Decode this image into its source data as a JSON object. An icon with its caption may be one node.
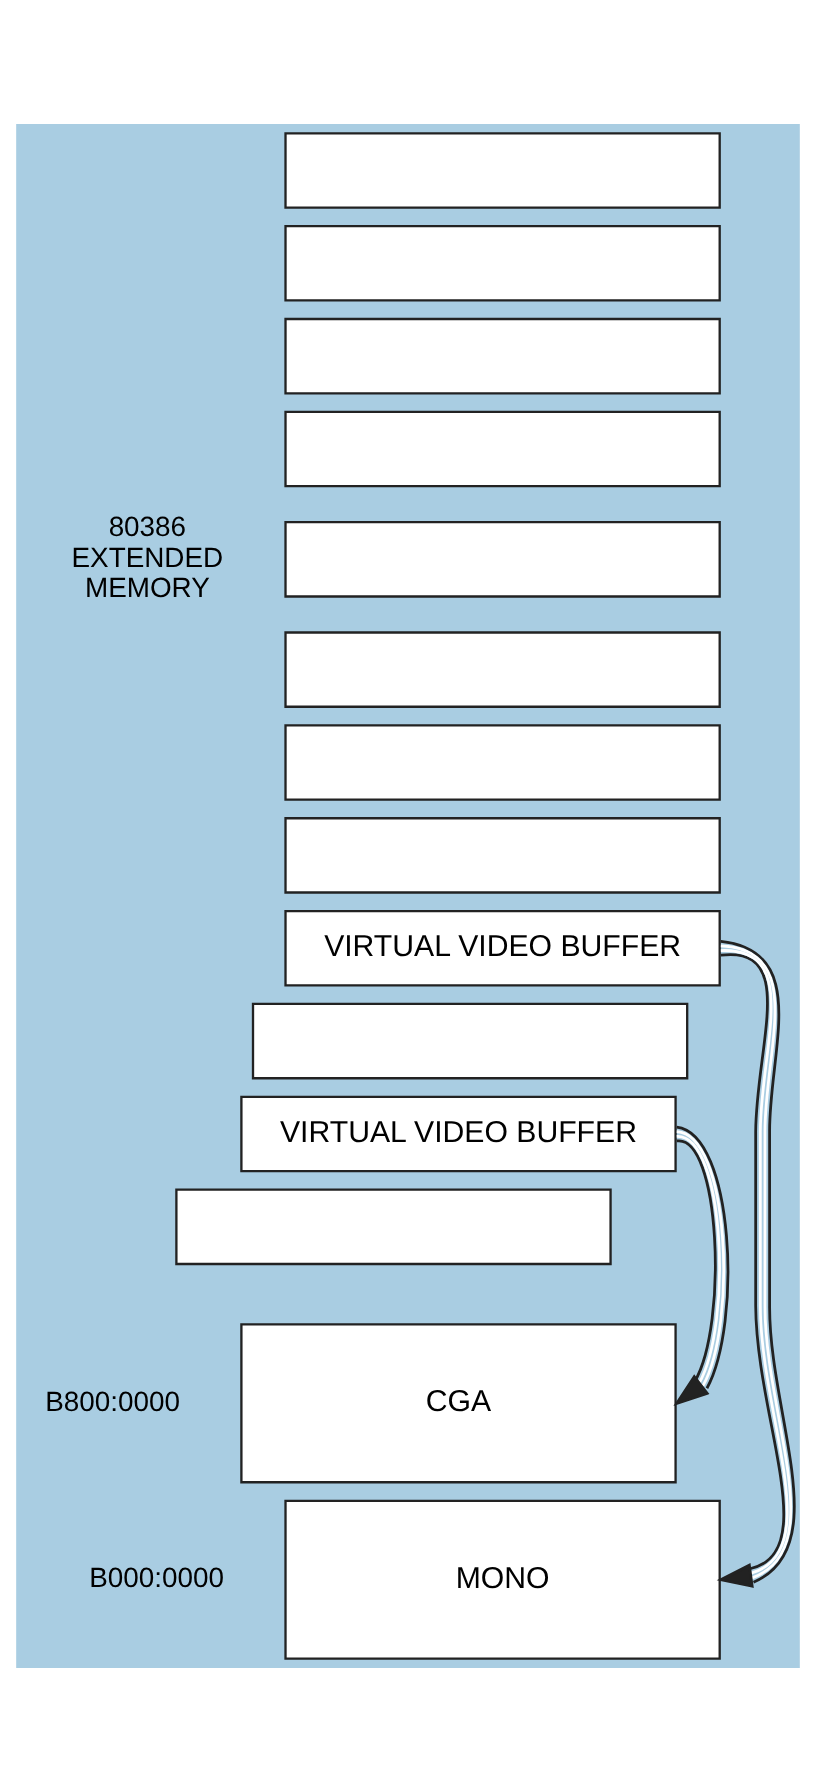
{
  "diagram": {
    "nodes": [
      {
        "text": [],
        "shape": "box"
      },
      {
        "text": [],
        "shape": "box"
      },
      {
        "text": [],
        "shape": "box"
      },
      {
        "text": [],
        "shape": "box"
      },
      {
        "text": [],
        "shape": "box"
      },
      {
        "text": [],
        "shape": "box"
      },
      {
        "text": [],
        "shape": "box"
      },
      {
        "text": [],
        "shape": "box"
      },
      {
        "text": [
          "VIRTUAL VIDEO BUFFER"
        ]
      },
      {
        "text": [],
        "shape": "box"
      },
      {
        "text": [
          "VIRTUAL VIDEO BUFFER"
        ]
      },
      {
        "text": [],
        "shape": "box"
      },
      {
        "text": [
          "CGA"
        ]
      },
      {
        "text": [
          "MONO"
        ]
      }
    ],
    "edges": [
      {
        "from": 8,
        "to": 13,
        "arrow": "to"
      },
      {
        "from": 10,
        "to": 12,
        "arrow": "to"
      }
    ],
    "labels": [
      "80386 EXTENDED MEMORY",
      "B800:0000",
      "B000:0000"
    ]
  }
}
